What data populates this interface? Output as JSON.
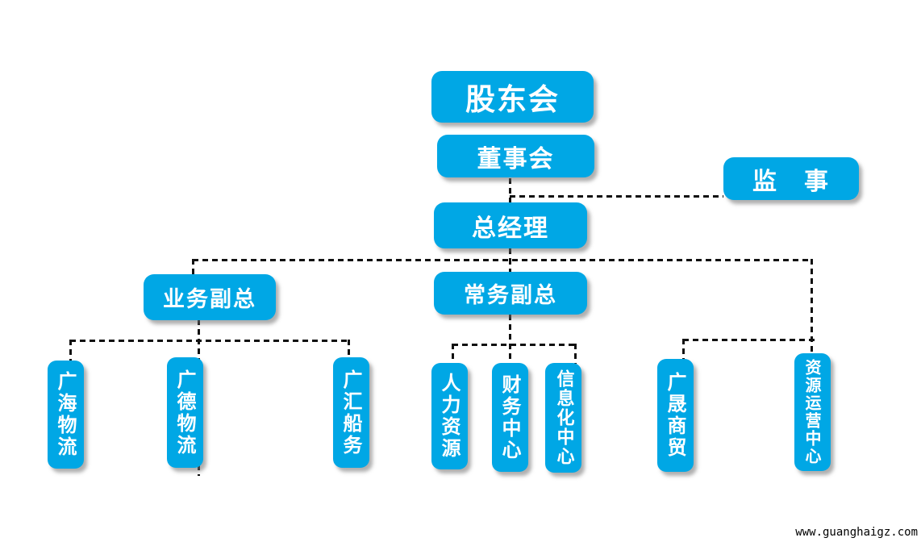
{
  "nodes": {
    "shareholders": {
      "label": "股东会"
    },
    "board": {
      "label": "董事会"
    },
    "supervisor": {
      "label": "监　事"
    },
    "general_manager": {
      "label": "总经理"
    },
    "business_vp": {
      "label": "业务副总"
    },
    "executive_vp": {
      "label": "常务副总"
    },
    "guanghai_logistics": {
      "label": "广海物流"
    },
    "guangde_logistics": {
      "label": "广德物流"
    },
    "guanghui_shipping": {
      "label": "广汇船务"
    },
    "human_resources": {
      "label": "人力资源"
    },
    "finance_center": {
      "label": "财务中心"
    },
    "it_center": {
      "label": "信息化中心"
    },
    "guangsheng_trading": {
      "label": "广晟商贸"
    },
    "resource_ops_center": {
      "label": "资源运营中心"
    }
  },
  "structure": {
    "edges": [
      {
        "from": "shareholders",
        "to": "board"
      },
      {
        "from": "board",
        "to": "supervisor"
      },
      {
        "from": "board",
        "to": "general_manager"
      },
      {
        "from": "general_manager",
        "to": "business_vp"
      },
      {
        "from": "general_manager",
        "to": "executive_vp"
      },
      {
        "from": "business_vp",
        "to": "guanghai_logistics"
      },
      {
        "from": "business_vp",
        "to": "guangde_logistics"
      },
      {
        "from": "business_vp",
        "to": "guanghui_shipping"
      },
      {
        "from": "executive_vp",
        "to": "human_resources"
      },
      {
        "from": "executive_vp",
        "to": "finance_center"
      },
      {
        "from": "executive_vp",
        "to": "it_center"
      },
      {
        "from": "general_manager",
        "to": "guangsheng_trading"
      },
      {
        "from": "general_manager",
        "to": "resource_ops_center"
      }
    ],
    "line_style": "dashed"
  },
  "watermark": {
    "text": "www.guanghaigz.com"
  },
  "colors": {
    "box_fill": "#00a7e5",
    "connector": "#111111",
    "node_text": "#ffffff",
    "watermark_text": "#000000"
  }
}
